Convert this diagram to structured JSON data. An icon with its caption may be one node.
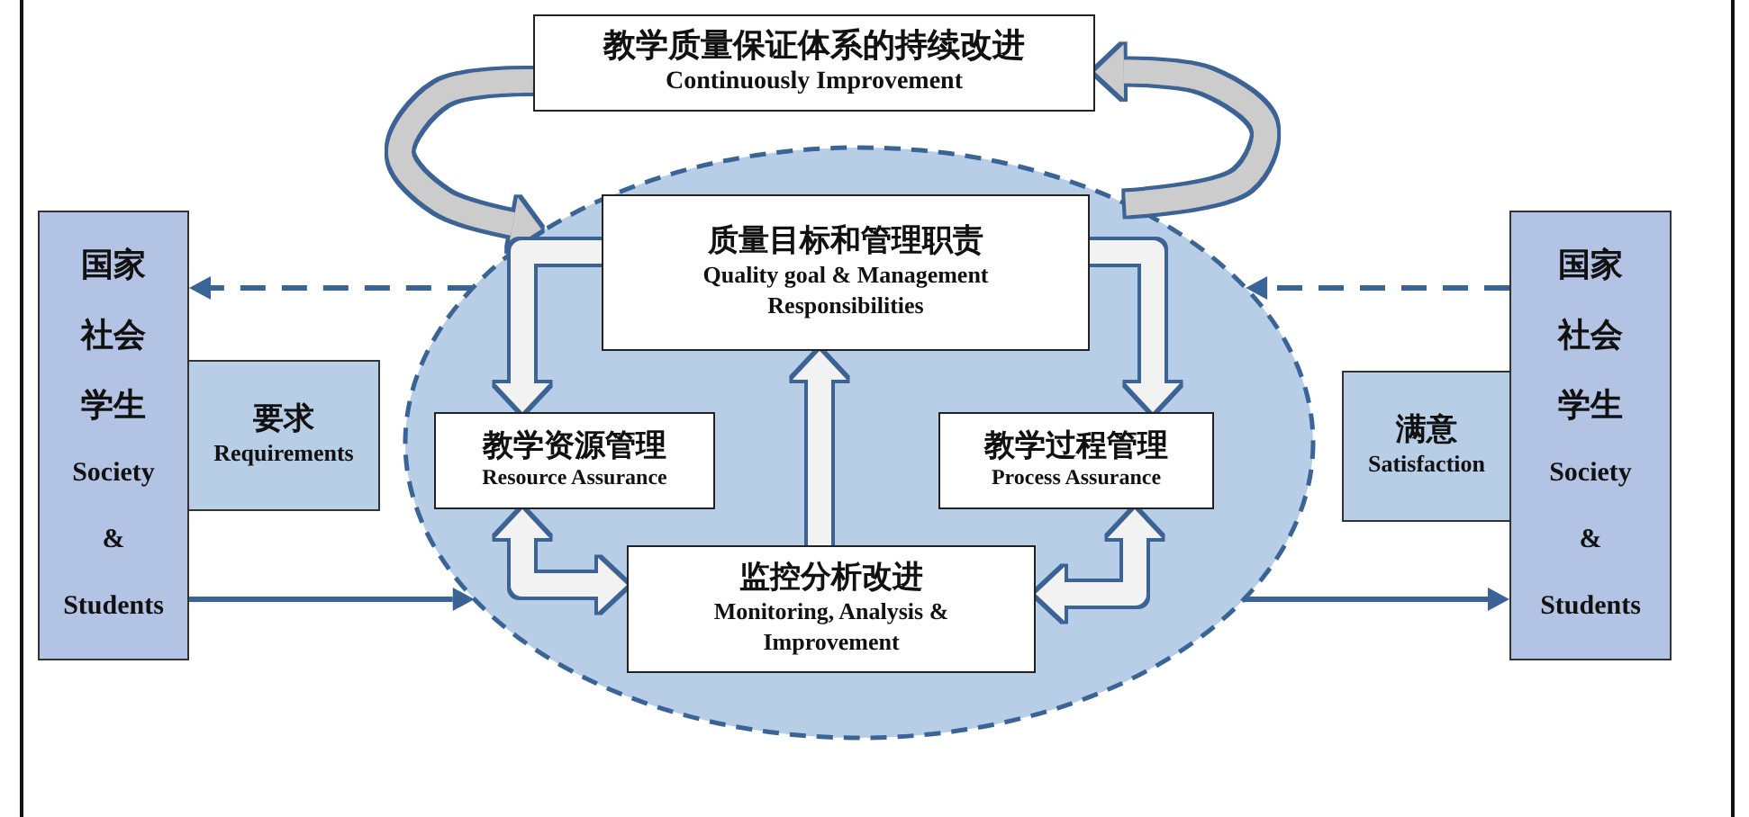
{
  "diagram": {
    "nodes": [
      {
        "text": [
          "教学质量保证体系的持续改进",
          "Continuously Improvement"
        ]
      },
      {
        "text": [],
        "shape": "ellipse"
      },
      {
        "text": [
          "质量目标和管理职责",
          "Quality goal & Management Responsibilities"
        ],
        "in": 1
      },
      {
        "text": [
          "教学资源管理",
          "Resource Assurance"
        ],
        "in": 1
      },
      {
        "text": [
          "教学过程管理",
          "Process Assurance"
        ],
        "in": 1
      },
      {
        "text": [
          "监控分析改进",
          "Monitoring, Analysis & Improvement"
        ],
        "in": 1
      },
      {
        "text": [
          "国家",
          "社会",
          "学生",
          "Society",
          "&",
          "Students"
        ]
      },
      {
        "text": [
          "要求",
          "Requirements"
        ]
      },
      {
        "text": [
          "满意",
          "Satisfaction"
        ]
      },
      {
        "text": [
          "国家",
          "社会",
          "学生",
          "Society",
          "&",
          "Students"
        ]
      }
    ],
    "edges": [
      {
        "from": 0,
        "to": 1,
        "arrow": "to",
        "color": "#cccccc"
      },
      {
        "from": 1,
        "to": 0,
        "arrow": "to",
        "color": "#cccccc"
      },
      {
        "from": 2,
        "to": 3,
        "arrow": "to"
      },
      {
        "from": 2,
        "to": 4,
        "arrow": "to"
      },
      {
        "from": 5,
        "to": 2,
        "arrow": "to"
      },
      {
        "from": 3,
        "to": 5,
        "arrow": "both"
      },
      {
        "from": 4,
        "to": 5,
        "arrow": "both"
      },
      {
        "from": 1,
        "to": 6,
        "arrow": "to",
        "style": "dashed",
        "color": "#3a6496"
      },
      {
        "from": 9,
        "to": 1,
        "arrow": "to",
        "style": "dashed",
        "color": "#3a6496"
      },
      {
        "from": 6,
        "to": 1,
        "arrow": "to",
        "color": "#3a6496"
      },
      {
        "from": 1,
        "to": 9,
        "arrow": "to",
        "color": "#3a6496"
      }
    ]
  }
}
